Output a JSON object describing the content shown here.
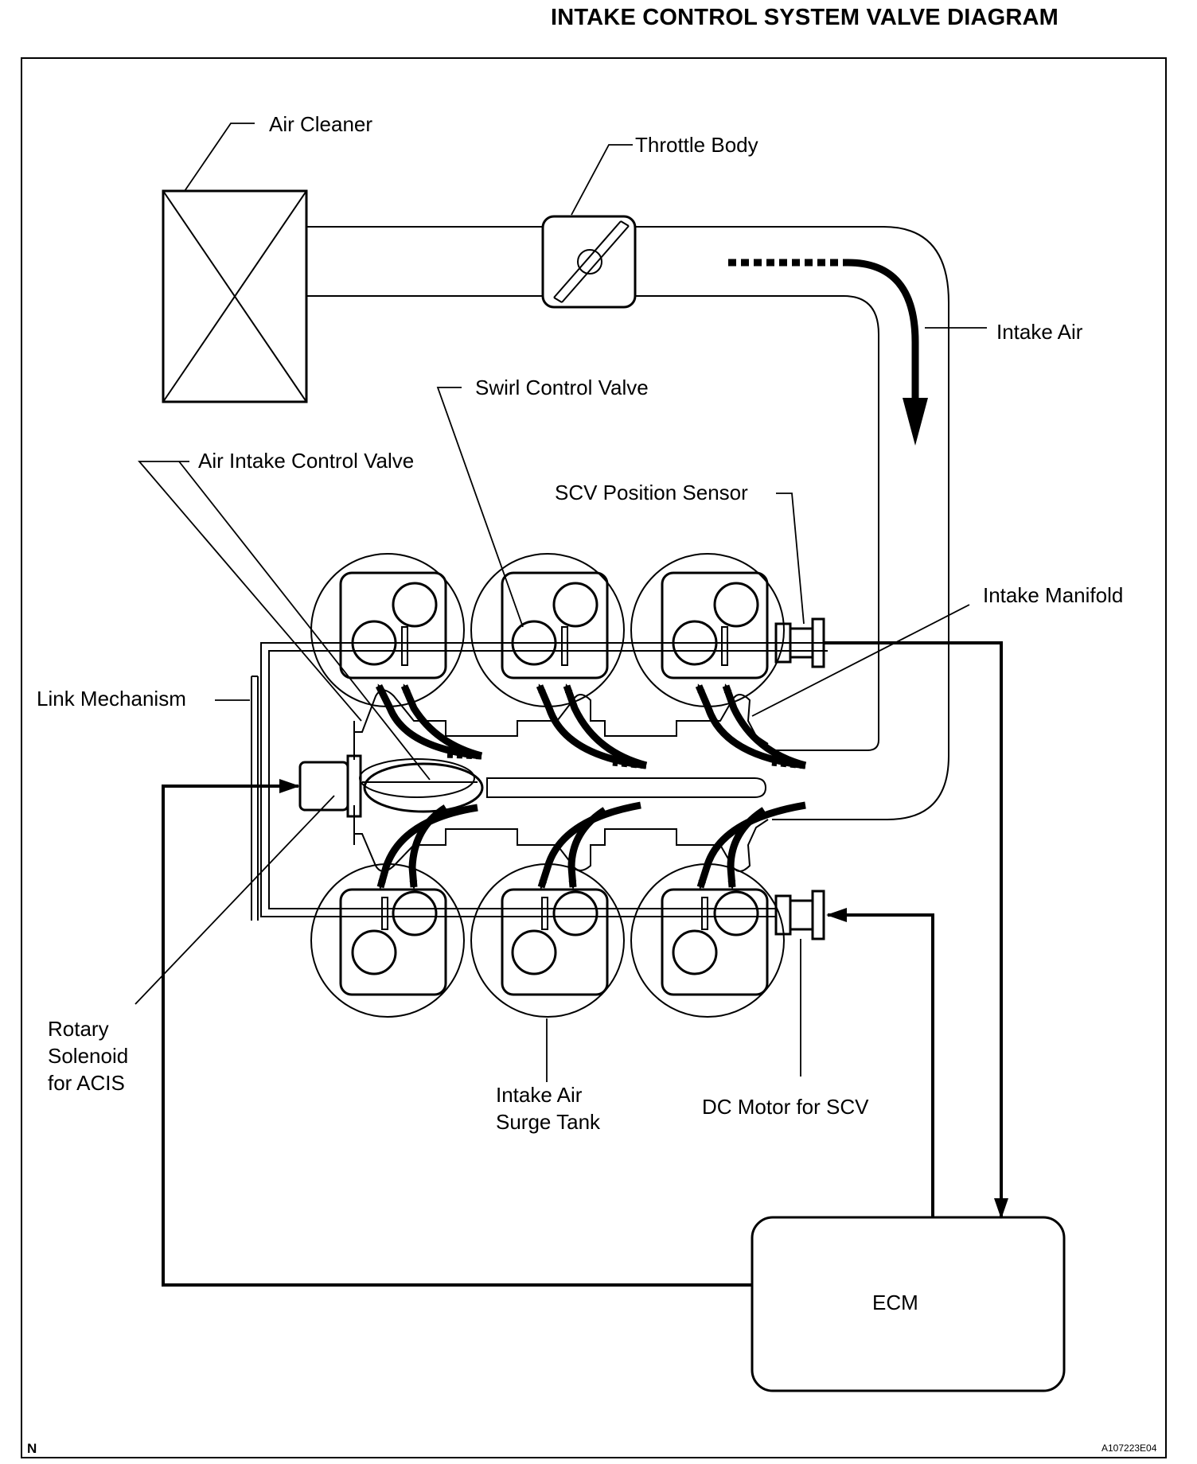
{
  "title": "INTAKE CONTROL SYSTEM VALVE DIAGRAM",
  "labels": {
    "air_cleaner": "Air Cleaner",
    "throttle_body": "Throttle Body",
    "intake_air": "Intake Air",
    "swirl_control_valve": "Swirl Control Valve",
    "air_intake_control_valve": "Air Intake Control Valve",
    "scv_position_sensor": "SCV Position Sensor",
    "intake_manifold": "Intake Manifold",
    "link_mechanism": "Link Mechanism",
    "rotary_solenoid_line1": "Rotary",
    "rotary_solenoid_line2": "Solenoid",
    "rotary_solenoid_line3": "for ACIS",
    "surge_tank_line1": "Intake Air",
    "surge_tank_line2": "Surge Tank",
    "dc_motor": "DC Motor for SCV",
    "ecm": "ECM"
  },
  "corner_left": "N",
  "figure_code": "A107223E04"
}
